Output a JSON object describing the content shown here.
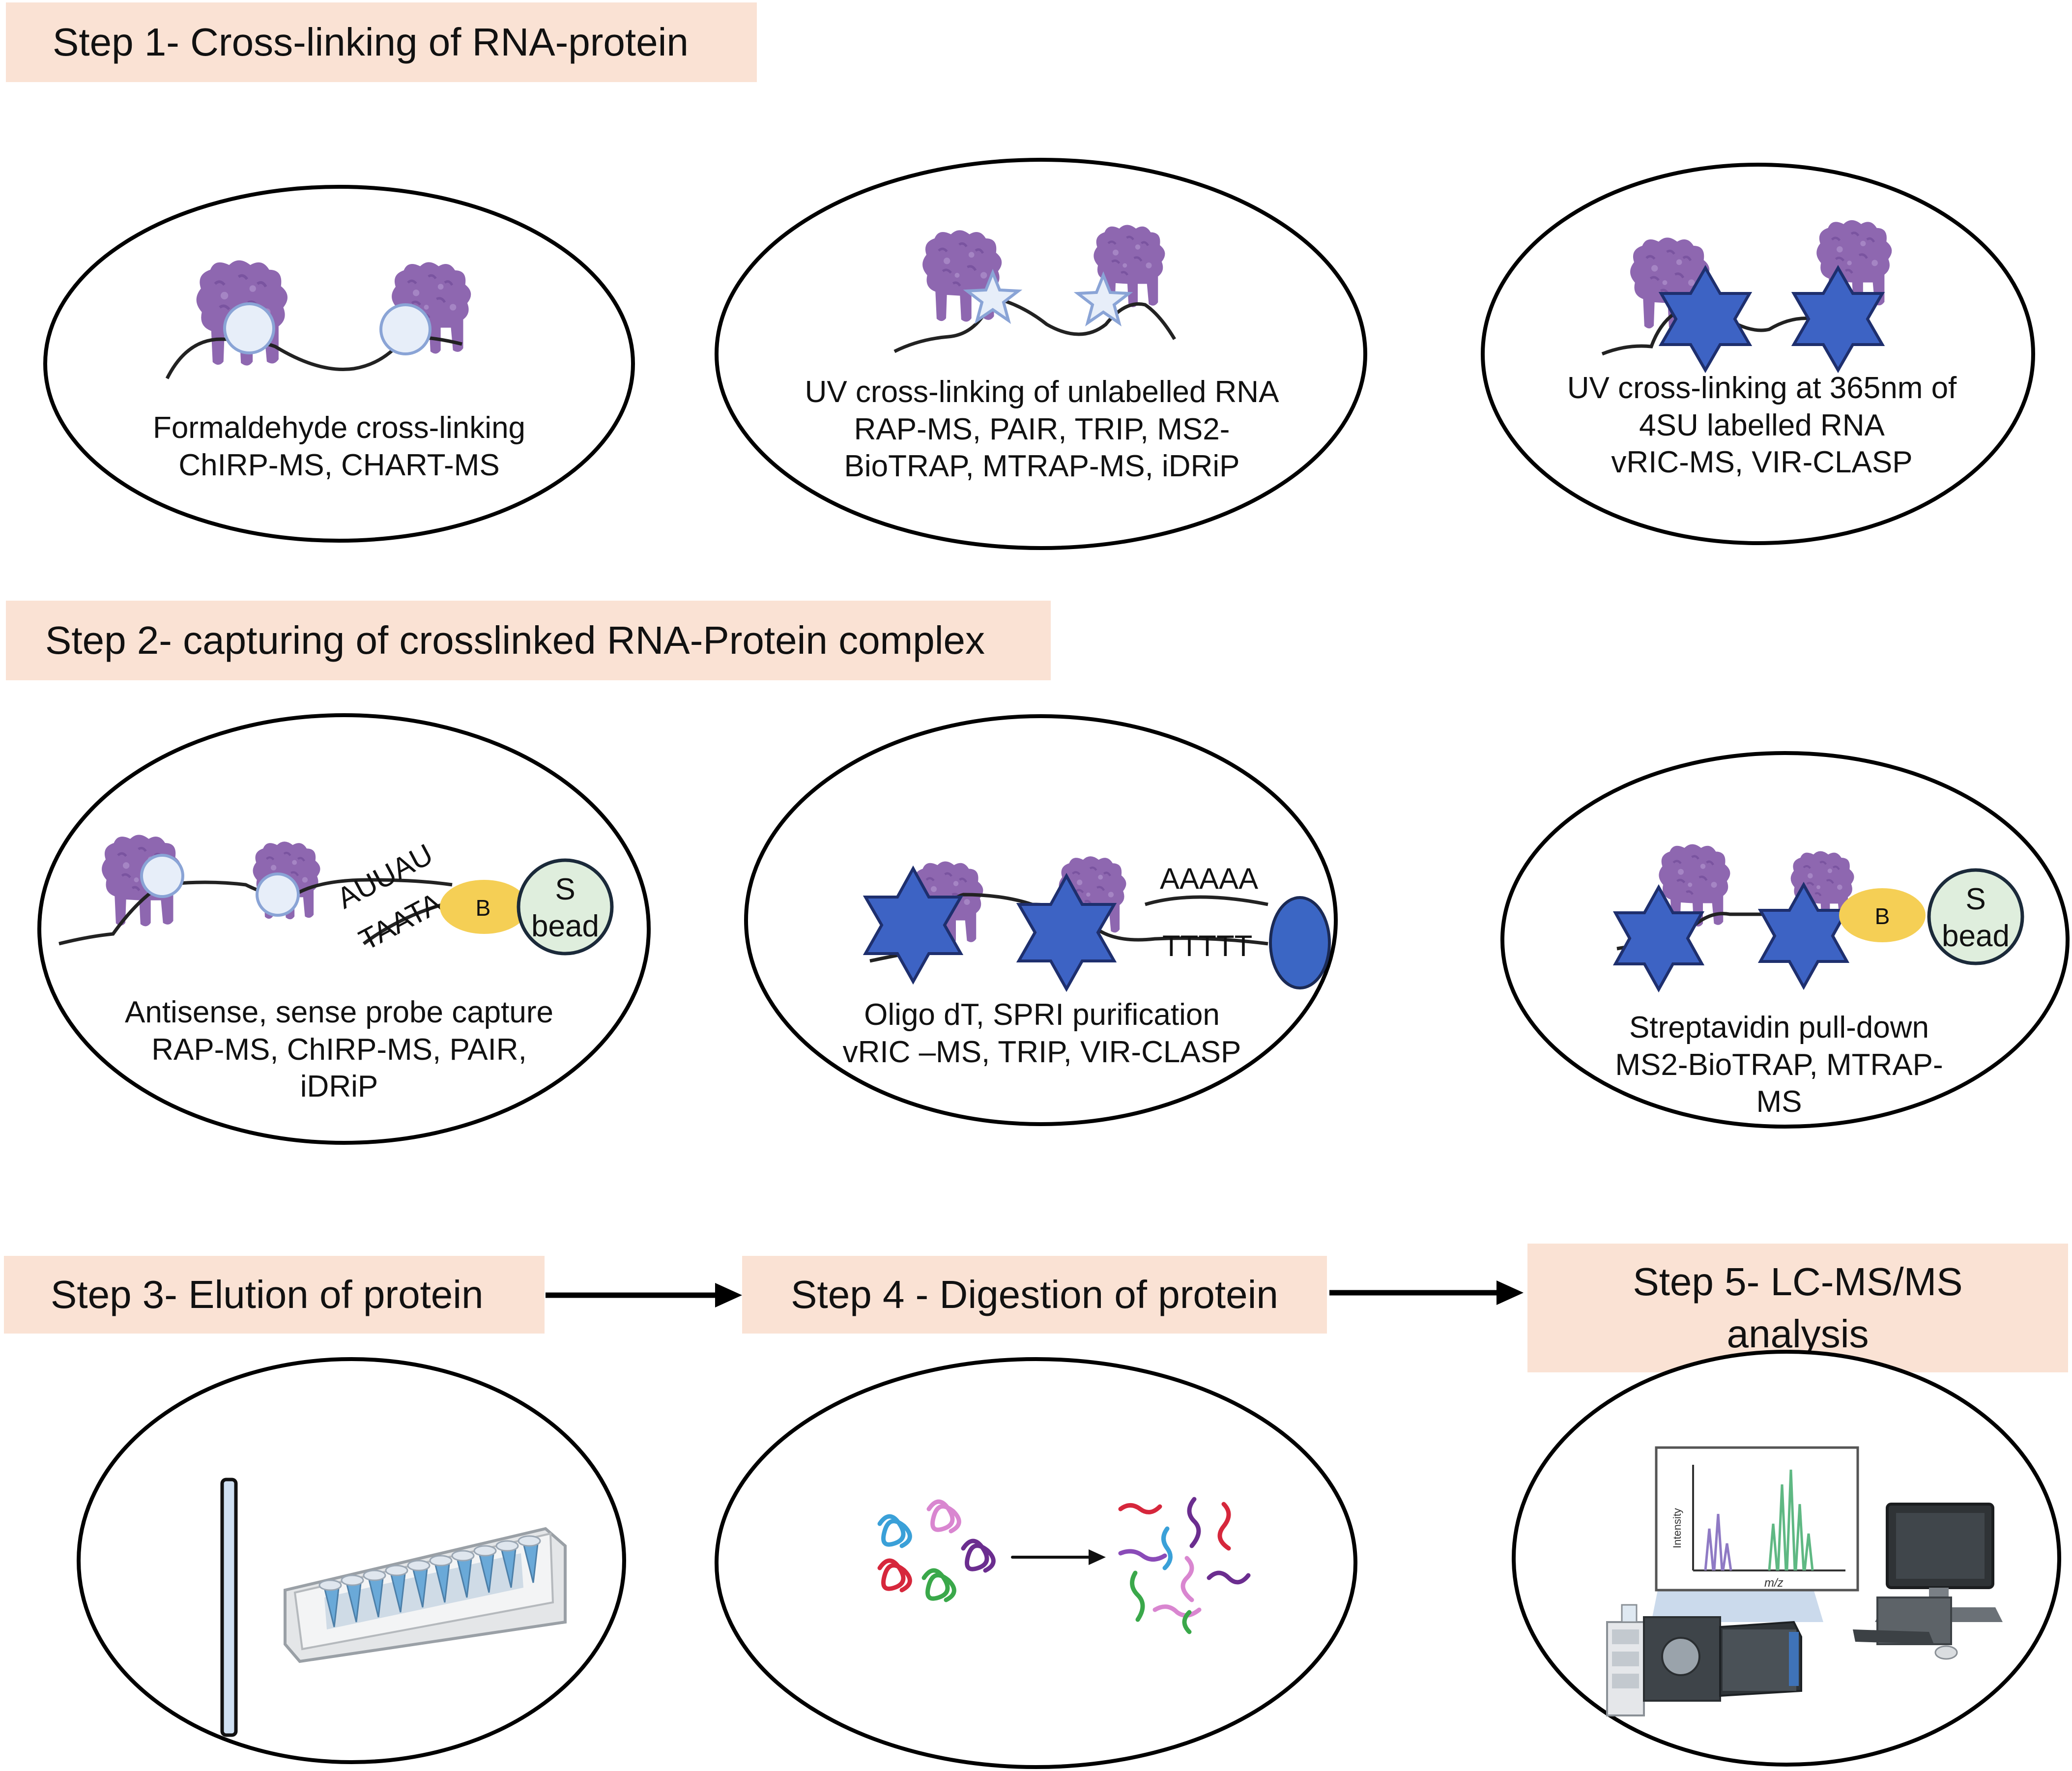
{
  "steps": {
    "s1": "Step 1- Cross-linking of RNA-protein",
    "s2": "Step 2- capturing of crosslinked RNA-Protein complex",
    "s3": "Step 3- Elution of protein",
    "s4": "Step 4 - Digestion of protein",
    "s5_line1": "Step 5- LC-MS/MS",
    "s5_line2": "analysis"
  },
  "step1": {
    "c1": {
      "line1": "Formaldehyde cross-linking",
      "line2": "ChIRP-MS, CHART-MS"
    },
    "c2": {
      "line1": "UV cross-linking of unlabelled RNA",
      "line2": "RAP-MS, PAIR, TRIP, MS2-",
      "line3": "BioTRAP, MTRAP-MS, iDRiP"
    },
    "c3": {
      "line1": "UV cross-linking at 365nm of",
      "line2": "4SU labelled RNA",
      "line3": "vRIC-MS, VIR-CLASP"
    }
  },
  "step2": {
    "c1": {
      "line1": "Antisense, sense probe capture",
      "line2": "RAP-MS, ChIRP-MS, PAIR,",
      "line3": "iDRiP",
      "seq_top": "AUUAU",
      "seq_bottom": "TAATA",
      "biotin": "B",
      "bead_s": "S",
      "bead_label": "bead"
    },
    "c2": {
      "line1": "Oligo dT, SPRI purification",
      "line2": "vRIC –MS, TRIP, VIR-CLASP",
      "seq_top": "AAAAA",
      "seq_bottom": "TTTTT"
    },
    "c3": {
      "line1": "Streptavidin pull-down",
      "line2": "MS2-BioTRAP, MTRAP-",
      "line3": "MS",
      "biotin": "B",
      "bead_s": "S",
      "bead_label": "bead"
    }
  },
  "step5": {
    "y_axis": "Intensity",
    "x_axis": "m/z"
  },
  "colors": {
    "step_box": "#fae2d4",
    "protein": "#8e67b0",
    "star_blue": "#3d63c4",
    "biotin": "#f5cf55",
    "bead": "#dfeedd",
    "oligo_bead": "#3b66c4",
    "crosslink_circle": "#e7eef9"
  }
}
